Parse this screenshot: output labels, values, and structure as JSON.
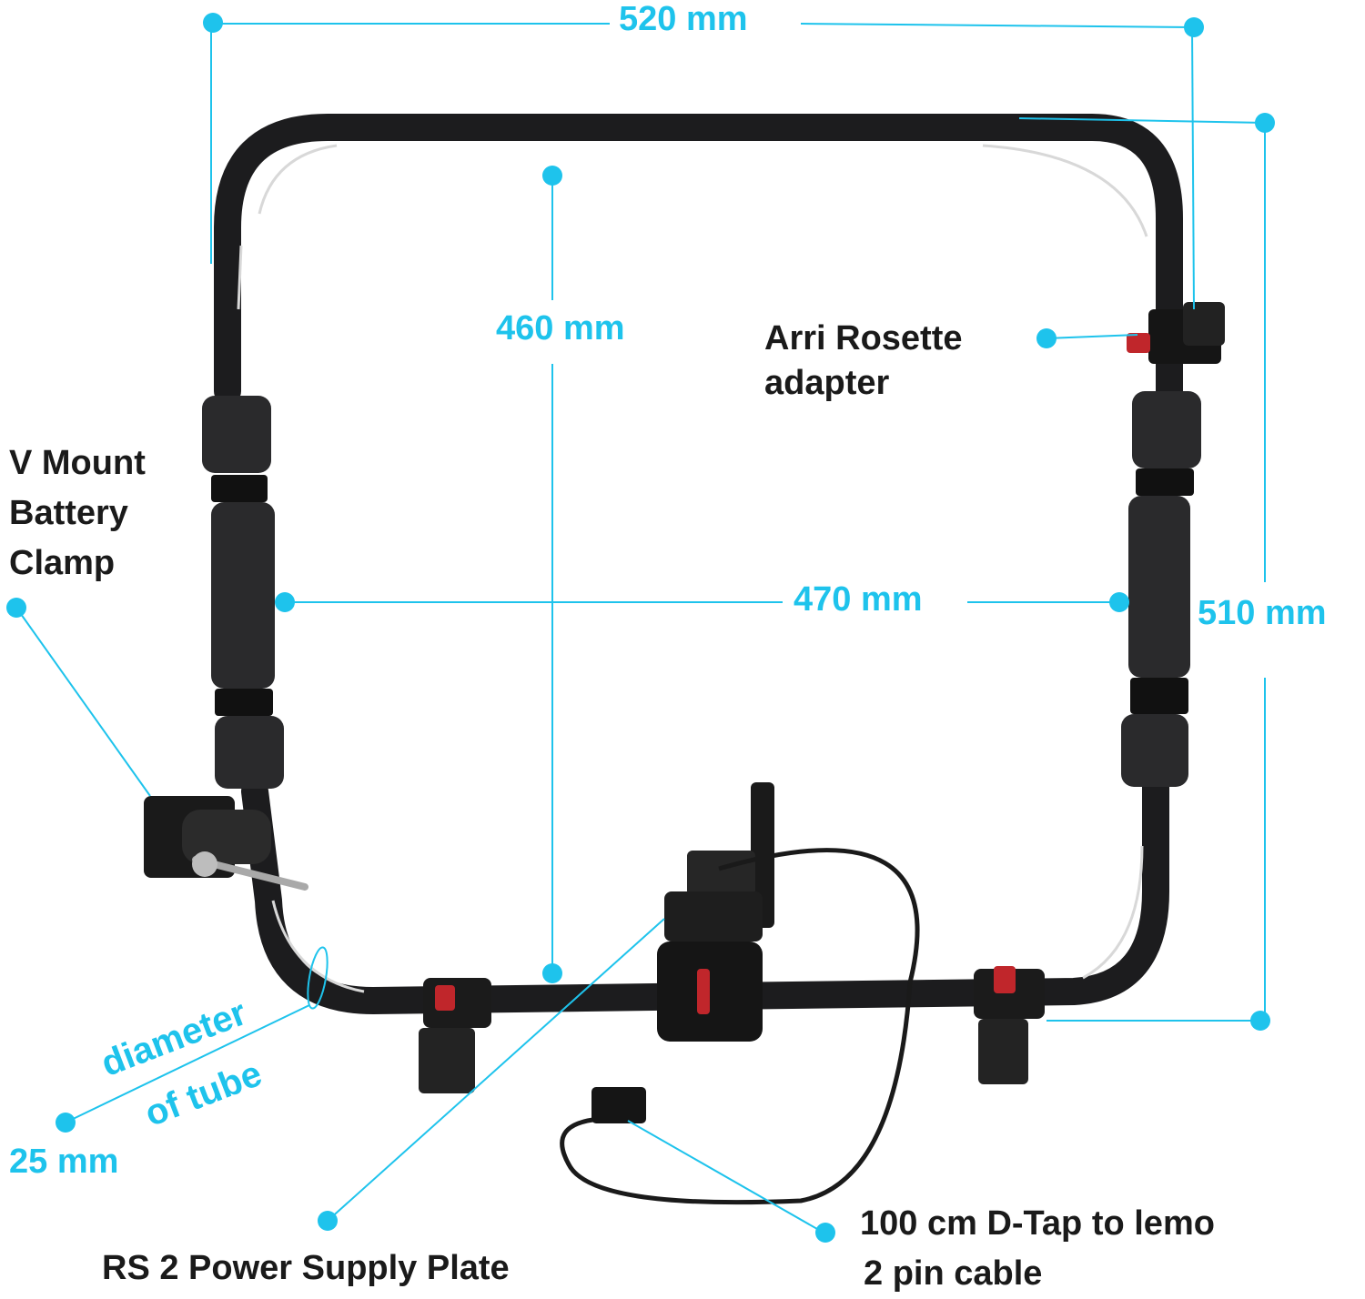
{
  "dimensions": {
    "overall_width": "520 mm",
    "inner_height": "460 mm",
    "inner_width": "470 mm",
    "overall_height": "510 mm",
    "tube_diameter": "25 mm",
    "tube_diameter_caption_1": "diameter",
    "tube_diameter_caption_2": "of tube"
  },
  "callouts": {
    "arri": {
      "line1": "Arri Rosette",
      "line2": "adapter"
    },
    "vmount": {
      "line1": "V Mount",
      "line2": "Battery",
      "line3": "Clamp"
    },
    "power_plate": "RS 2 Power Supply Plate",
    "cable": {
      "line1": "100 cm D-Tap to lemo",
      "line2": "2 pin cable"
    }
  },
  "colors": {
    "accent": "#1ec3ec",
    "frame": "#1c1c1e",
    "knob": "#c0262b",
    "text": "#1a1a1a"
  }
}
